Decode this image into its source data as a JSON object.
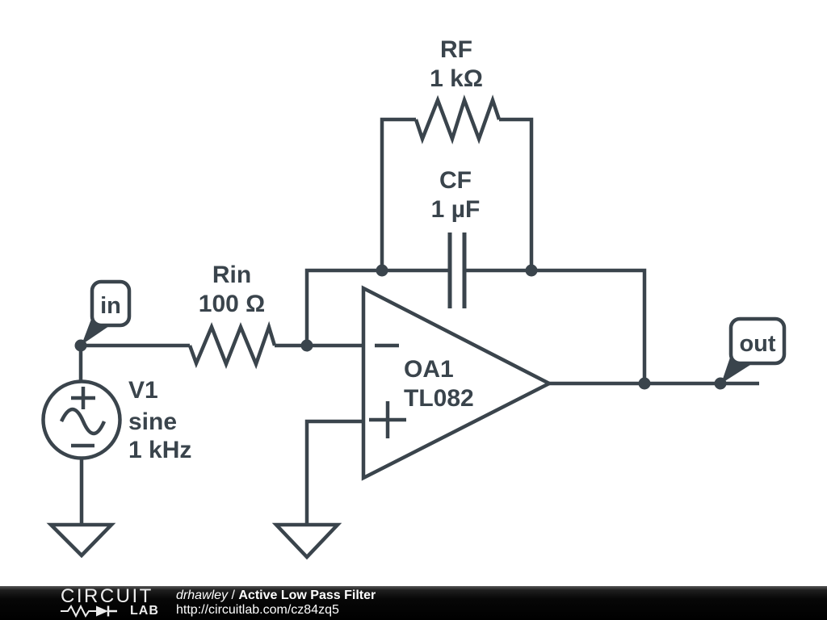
{
  "colors": {
    "stroke": "#3a444c",
    "canvas_bg": "#ffffff",
    "footer_bg": "#000000",
    "footer_text": "#ffffff"
  },
  "nodes": {
    "in": "in",
    "out": "out"
  },
  "components": {
    "rf": {
      "name": "RF",
      "value": "1 kΩ"
    },
    "cf": {
      "name": "CF",
      "value": "1 µF"
    },
    "rin": {
      "name": "Rin",
      "value": "100 Ω"
    },
    "v1": {
      "name": "V1",
      "waveform": "sine",
      "frequency": "1 kHz"
    },
    "oa1": {
      "name": "OA1",
      "part": "TL082"
    }
  },
  "icons": {
    "inverting_input": "−",
    "noninverting_input": "+",
    "source_plus": "+",
    "source_minus": "−",
    "ground": "ground-triangle",
    "sine": "sine-wave",
    "logo_symbol": "resistor-diode-squiggle"
  },
  "footer": {
    "logo_top": "CIRCUIT",
    "logo_bottom": "LAB",
    "author": "drhawley",
    "separator": " / ",
    "title": "Active Low Pass Filter",
    "url": "http://circuitlab.com/cz84zq5"
  }
}
